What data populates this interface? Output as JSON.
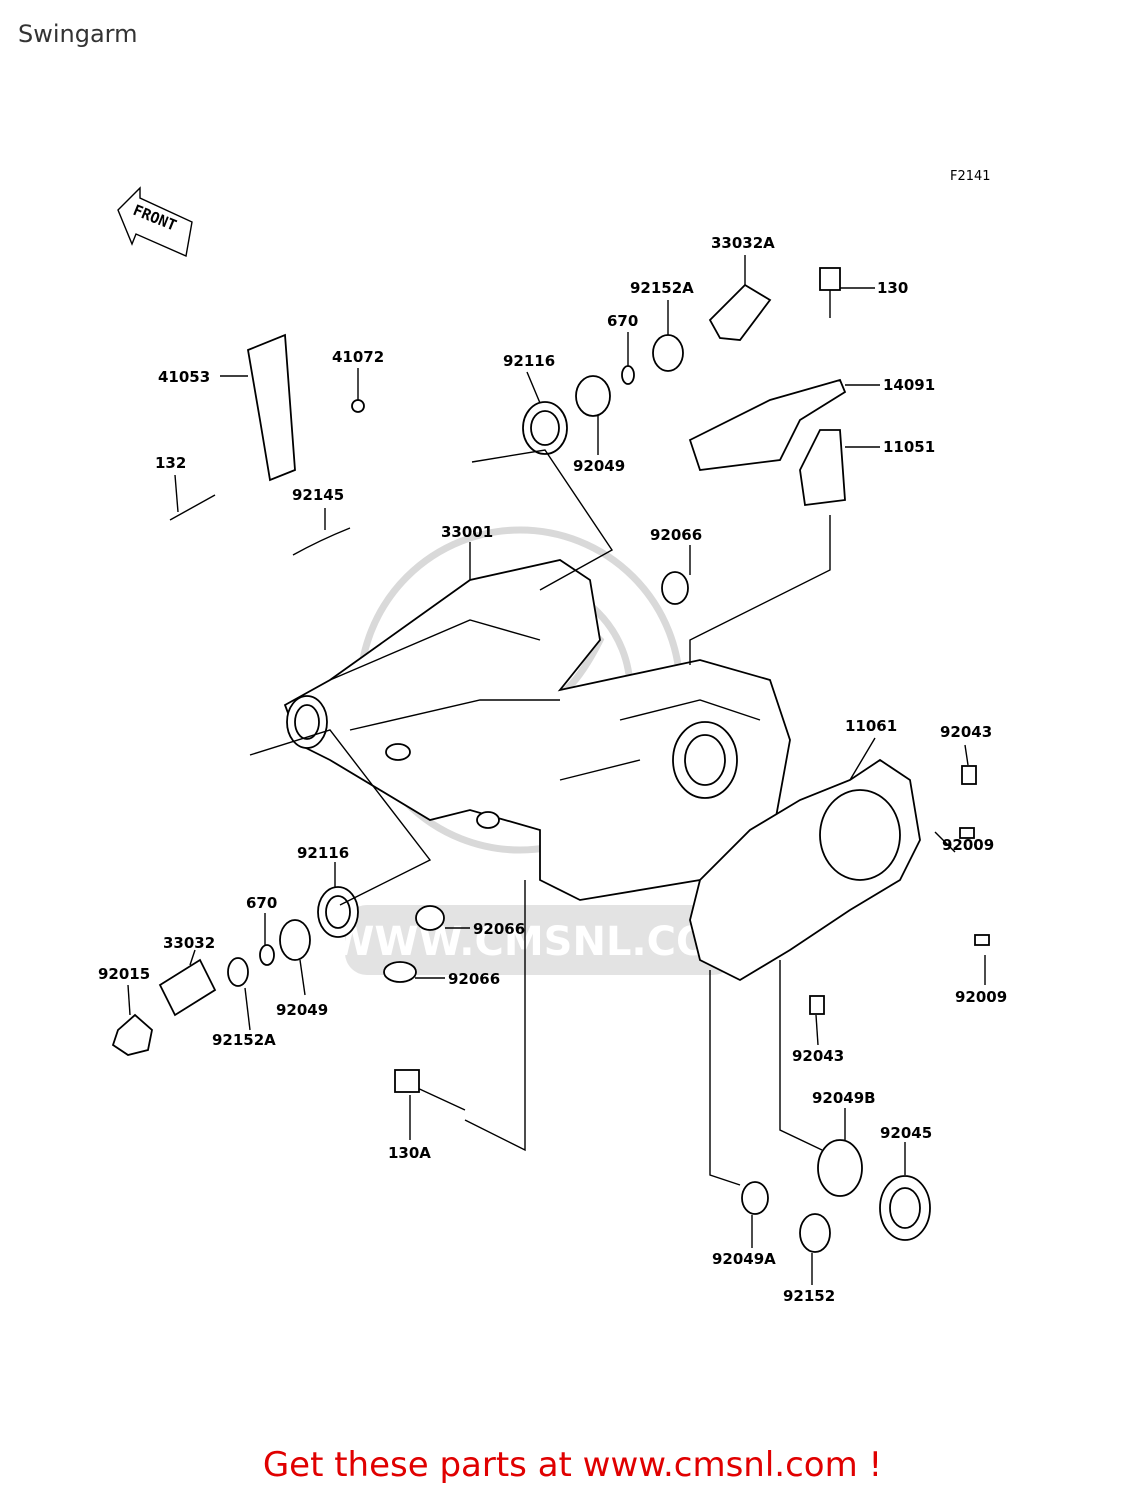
{
  "page": {
    "title": "Swingarm"
  },
  "diagram": {
    "ref_code": "F2141",
    "front_label": "FRONT",
    "watermark": "WWW.CMSNL.COM",
    "labels": [
      "33032A",
      "130",
      "92152A",
      "670",
      "92116",
      "14091",
      "41072",
      "41053",
      "92049",
      "11051",
      "132",
      "92145",
      "33001",
      "92066",
      "11061",
      "92043",
      "92009",
      "92116",
      "670",
      "92066",
      "33032",
      "92066",
      "92009",
      "92015",
      "92049",
      "92152A",
      "92043",
      "92049B",
      "92045",
      "130A",
      "92049A",
      "92152"
    ]
  },
  "footer": {
    "text": "Get these parts at www.cmsnl.com !",
    "color": "#e00000"
  }
}
